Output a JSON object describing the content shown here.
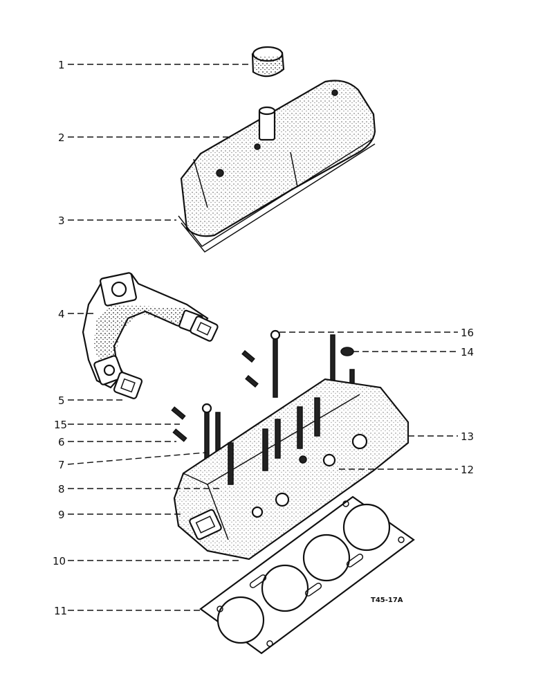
{
  "diagram": {
    "code": "T45-17A",
    "callouts": [
      {
        "n": "1"
      },
      {
        "n": "2"
      },
      {
        "n": "3"
      },
      {
        "n": "4"
      },
      {
        "n": "5"
      },
      {
        "n": "15"
      },
      {
        "n": "6"
      },
      {
        "n": "7"
      },
      {
        "n": "8"
      },
      {
        "n": "9"
      },
      {
        "n": "10"
      },
      {
        "n": "11"
      },
      {
        "n": "16"
      },
      {
        "n": "14"
      },
      {
        "n": "13"
      },
      {
        "n": "12"
      }
    ]
  }
}
